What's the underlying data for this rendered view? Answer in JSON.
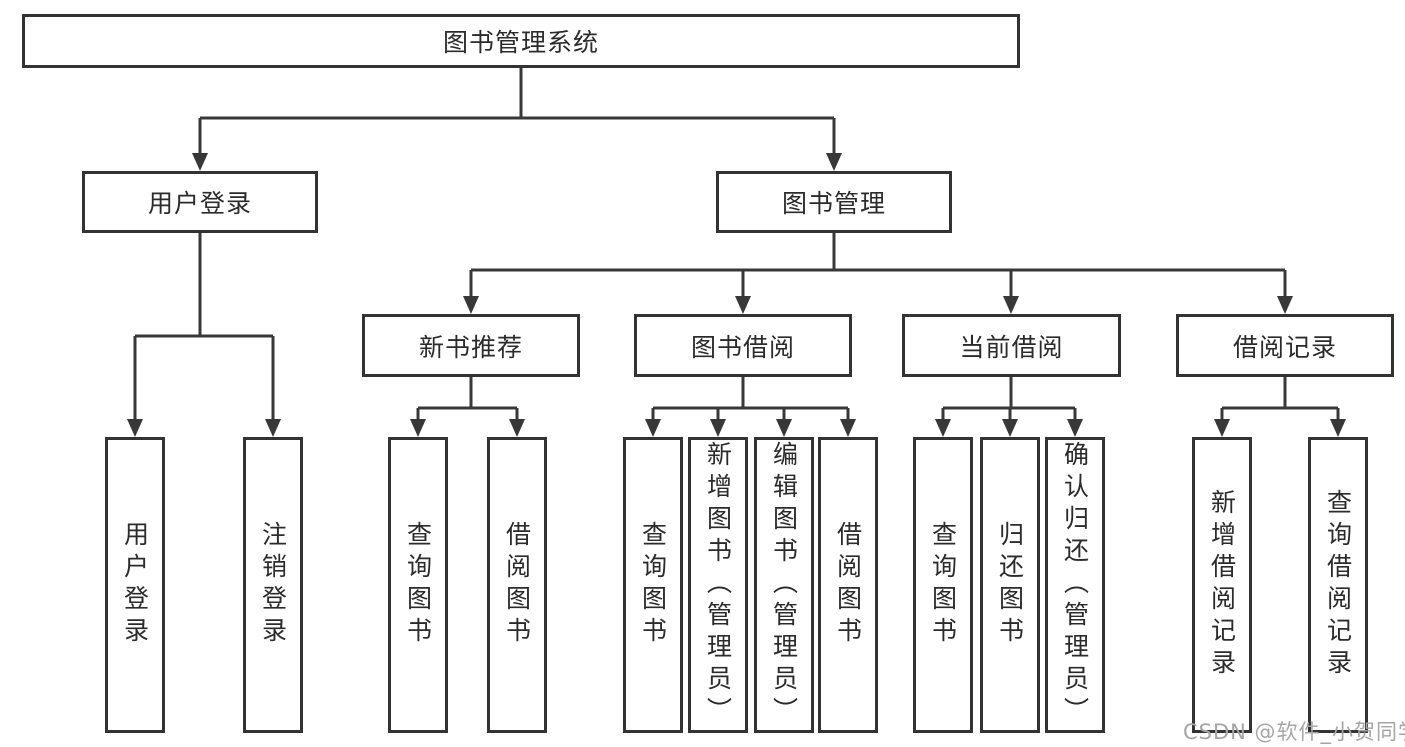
{
  "diagram": {
    "type": "hierarchy-tree",
    "colors": {
      "background": "#ffffff",
      "box_border": "#333333",
      "box_fill": "#ffffff",
      "connector_line": "#383838",
      "text": "#2b2b2b",
      "watermark_text": "#a6a6a6"
    },
    "tree": {
      "root": {
        "label": "图书管理系统",
        "children": [
          {
            "label": "用户登录",
            "children": [
              {
                "label": "用户登录"
              },
              {
                "label": "注销登录"
              }
            ]
          },
          {
            "label": "图书管理",
            "children": [
              {
                "label": "新书推荐",
                "children": [
                  {
                    "label": "查询图书"
                  },
                  {
                    "label": "借阅图书"
                  }
                ]
              },
              {
                "label": "图书借阅",
                "children": [
                  {
                    "label": "查询图书"
                  },
                  {
                    "label": "新增图书（管理员）"
                  },
                  {
                    "label": "编辑图书（管理员）"
                  },
                  {
                    "label": "借阅图书"
                  }
                ]
              },
              {
                "label": "当前借阅",
                "children": [
                  {
                    "label": "查询图书"
                  },
                  {
                    "label": "归还图书"
                  },
                  {
                    "label": "确认归还（管理员）"
                  }
                ]
              },
              {
                "label": "借阅记录",
                "children": [
                  {
                    "label": "新增借阅记录"
                  },
                  {
                    "label": "查询借阅记录"
                  }
                ]
              }
            ]
          }
        ]
      }
    },
    "watermark": {
      "text": "CSDN @软件_小贺同学"
    }
  }
}
